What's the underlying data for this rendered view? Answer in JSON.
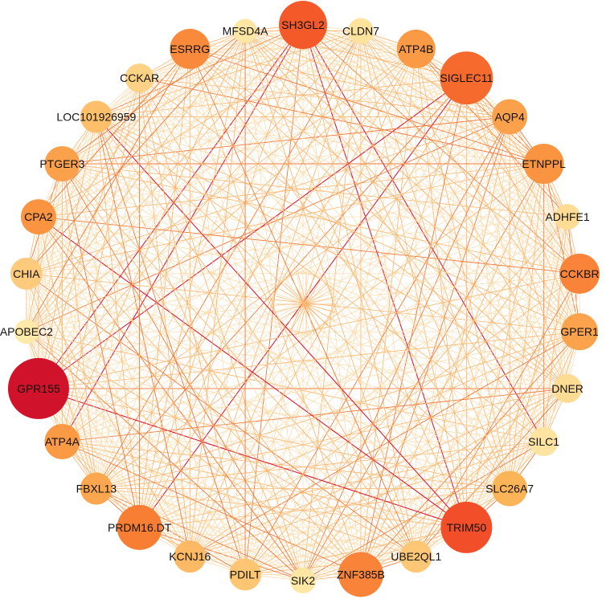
{
  "network": {
    "nodes": [
      {
        "label": "SH3GL2",
        "color": "#F4592A"
      },
      {
        "label": "CLDN7",
        "color": "#FEE39C"
      },
      {
        "label": "ATP4B",
        "color": "#FA9A45"
      },
      {
        "label": "SIGLEC11",
        "color": "#F76A2D"
      },
      {
        "label": "AQP4",
        "color": "#FBA14B"
      },
      {
        "label": "ETNPPL",
        "color": "#FA9440"
      },
      {
        "label": "ADHFE1",
        "color": "#FEDC94"
      },
      {
        "label": "CCKBR",
        "color": "#F98439"
      },
      {
        "label": "GPER1",
        "color": "#FBA24C"
      },
      {
        "label": "DNER",
        "color": "#FEDC94"
      },
      {
        "label": "SILC1",
        "color": "#FEE4A0"
      },
      {
        "label": "SLC26A7",
        "color": "#FCB459"
      },
      {
        "label": "TRIM50",
        "color": "#F34E2A"
      },
      {
        "label": "UBE2QL1",
        "color": "#FEC775"
      },
      {
        "label": "ZNF385B",
        "color": "#F98439"
      },
      {
        "label": "SIK2",
        "color": "#FEE7A4"
      },
      {
        "label": "PDILT",
        "color": "#FEC672"
      },
      {
        "label": "KCNJ16",
        "color": "#FDB963"
      },
      {
        "label": "PRDM16.DT",
        "color": "#F77E33"
      },
      {
        "label": "FBXL13",
        "color": "#FCA750"
      },
      {
        "label": "ATP4A",
        "color": "#FA9A45"
      },
      {
        "label": "GPR155",
        "color": "#D0122A"
      },
      {
        "label": "APOBEC2",
        "color": "#FEEAA8"
      },
      {
        "label": "CHIA",
        "color": "#FECB7C"
      },
      {
        "label": "CPA2",
        "color": "#FA9440"
      },
      {
        "label": "PTGER3",
        "color": "#FBA14B"
      },
      {
        "label": "LOC101926959",
        "color": "#FDBF6A"
      },
      {
        "label": "CCKAR",
        "color": "#FED285"
      },
      {
        "label": "ESRRG",
        "color": "#F98A3B"
      },
      {
        "label": "MFSD4A",
        "color": "#FEE7A4"
      }
    ],
    "edge_colors": {
      "light": "#FDD9A6",
      "medium": "#FBB46B",
      "strong": "#F0783A",
      "dark": "#D81E3A"
    }
  }
}
